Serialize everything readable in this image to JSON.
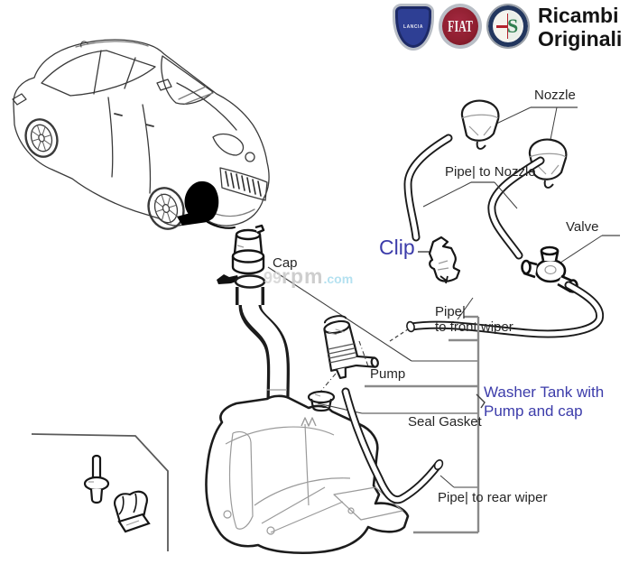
{
  "header": {
    "brand_line1": "Ricambi",
    "brand_line2": "Originali",
    "logos": [
      {
        "name": "lancia-logo",
        "text": "LANCIA"
      },
      {
        "name": "fiat-logo",
        "text": "FIAT"
      },
      {
        "name": "alfa-romeo-logo",
        "text": "S"
      }
    ]
  },
  "labels": {
    "nozzle": "Nozzle",
    "pipe_to_nozzle": "Pipe| to Nozzle",
    "valve": "Valve",
    "clip": "Clip",
    "cap": "Cap",
    "pipe_front_line1": "Pipe|",
    "pipe_front_line2": "to front wiper",
    "pump": "Pump",
    "seal_gasket": "Seal Gasket",
    "washer_tank_line1": "Washer Tank with",
    "washer_tank_line2": "Pump and cap",
    "pipe_rear": "Pipe| to rear wiper"
  },
  "watermark": {
    "part1": "99",
    "part2": "rpm",
    "part3": ".com"
  },
  "colors": {
    "label_blue": "#3c3caa",
    "label_black": "#262626",
    "line_art": "#1c1c1c",
    "detail_gray": "#9a9a9a",
    "bracket_gray": "#8a8a8a",
    "watermark_gray": "#c6c6c6",
    "watermark_cyan": "#a8dcee",
    "lancia_blue": "#2e3f94",
    "fiat_red": "#8e1f2f",
    "alfa_ring_navy": "#22365e"
  }
}
